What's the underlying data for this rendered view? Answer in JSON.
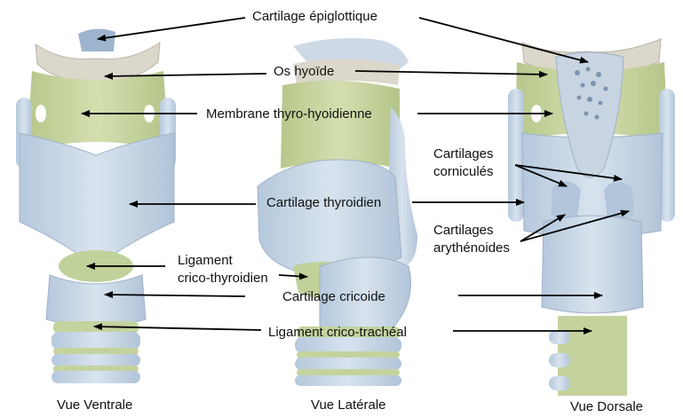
{
  "labels": {
    "epiglottique": "Cartilage épiglottique",
    "hyoide": "Os hyoïde",
    "membrane": "Membrane thyro-hyoidienne",
    "corniculesL1": "Cartilages",
    "corniculesL2": "corniculés",
    "thyroidien": "Cartilage thyroidien",
    "arythenoidesL1": "Cartilages",
    "arythenoidesL2": "arythénoides",
    "ligamentCtL1": "Ligament",
    "ligamentCtL2": "crico-thyroidien",
    "cricoide": "Cartilage cricoide",
    "ligamentCtrach": "Ligament crico-trachéal"
  },
  "views": {
    "ventrale": "Vue Ventrale",
    "laterale": "Vue Latérale",
    "dorsale": "Vue Dorsale"
  },
  "colors": {
    "cartilage": "#c9d7e6",
    "cartilage_dark": "#a9bdd3",
    "membrane": "#c5d49f",
    "membrane_dark": "#a9bb7c",
    "bone": "#d9d4c8",
    "arrow": "#000000"
  }
}
